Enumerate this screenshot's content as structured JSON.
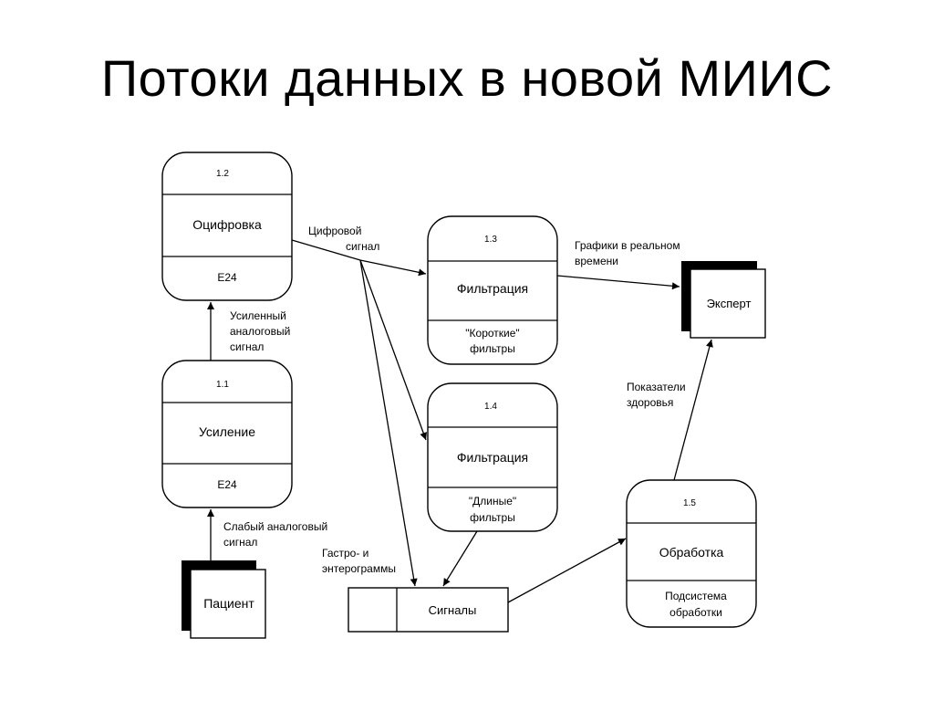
{
  "title": "Потоки данных в новой МИИС",
  "processes": {
    "p12": {
      "number": "1.2",
      "name": "Оцифровка",
      "subtitle": "E24"
    },
    "p11": {
      "number": "1.1",
      "name": "Усиление",
      "subtitle": "E24"
    },
    "p13": {
      "number": "1.3",
      "name": "Фильтрация",
      "subtitle_line1": "\"Короткие\"",
      "subtitle_line2": "фильтры"
    },
    "p14": {
      "number": "1.4",
      "name": "Фильтрация",
      "subtitle_line1": "\"Длиные\"",
      "subtitle_line2": "фильтры"
    },
    "p15": {
      "number": "1.5",
      "name": "Обработка",
      "subtitle_line1": "Подсистема",
      "subtitle_line2": "обработки"
    }
  },
  "entities": {
    "patient": "Пациент",
    "expert": "Эксперт"
  },
  "store": {
    "name": "Сигналы"
  },
  "flows": {
    "digital": {
      "line1": "Цифровой",
      "line2": "сигнал"
    },
    "amplified": {
      "line1": "Усиленный",
      "line2": "аналоговый",
      "line3": "сигнал"
    },
    "weak": {
      "line1": "Слабый аналоговый",
      "line2": "сигнал"
    },
    "graphs": {
      "line1": "Графики в реальном",
      "line2": "времени"
    },
    "health": {
      "line1": "Показатели",
      "line2": "здоровья"
    },
    "gastro": {
      "line1": "Гастро- и",
      "line2": "энтерограммы"
    }
  }
}
